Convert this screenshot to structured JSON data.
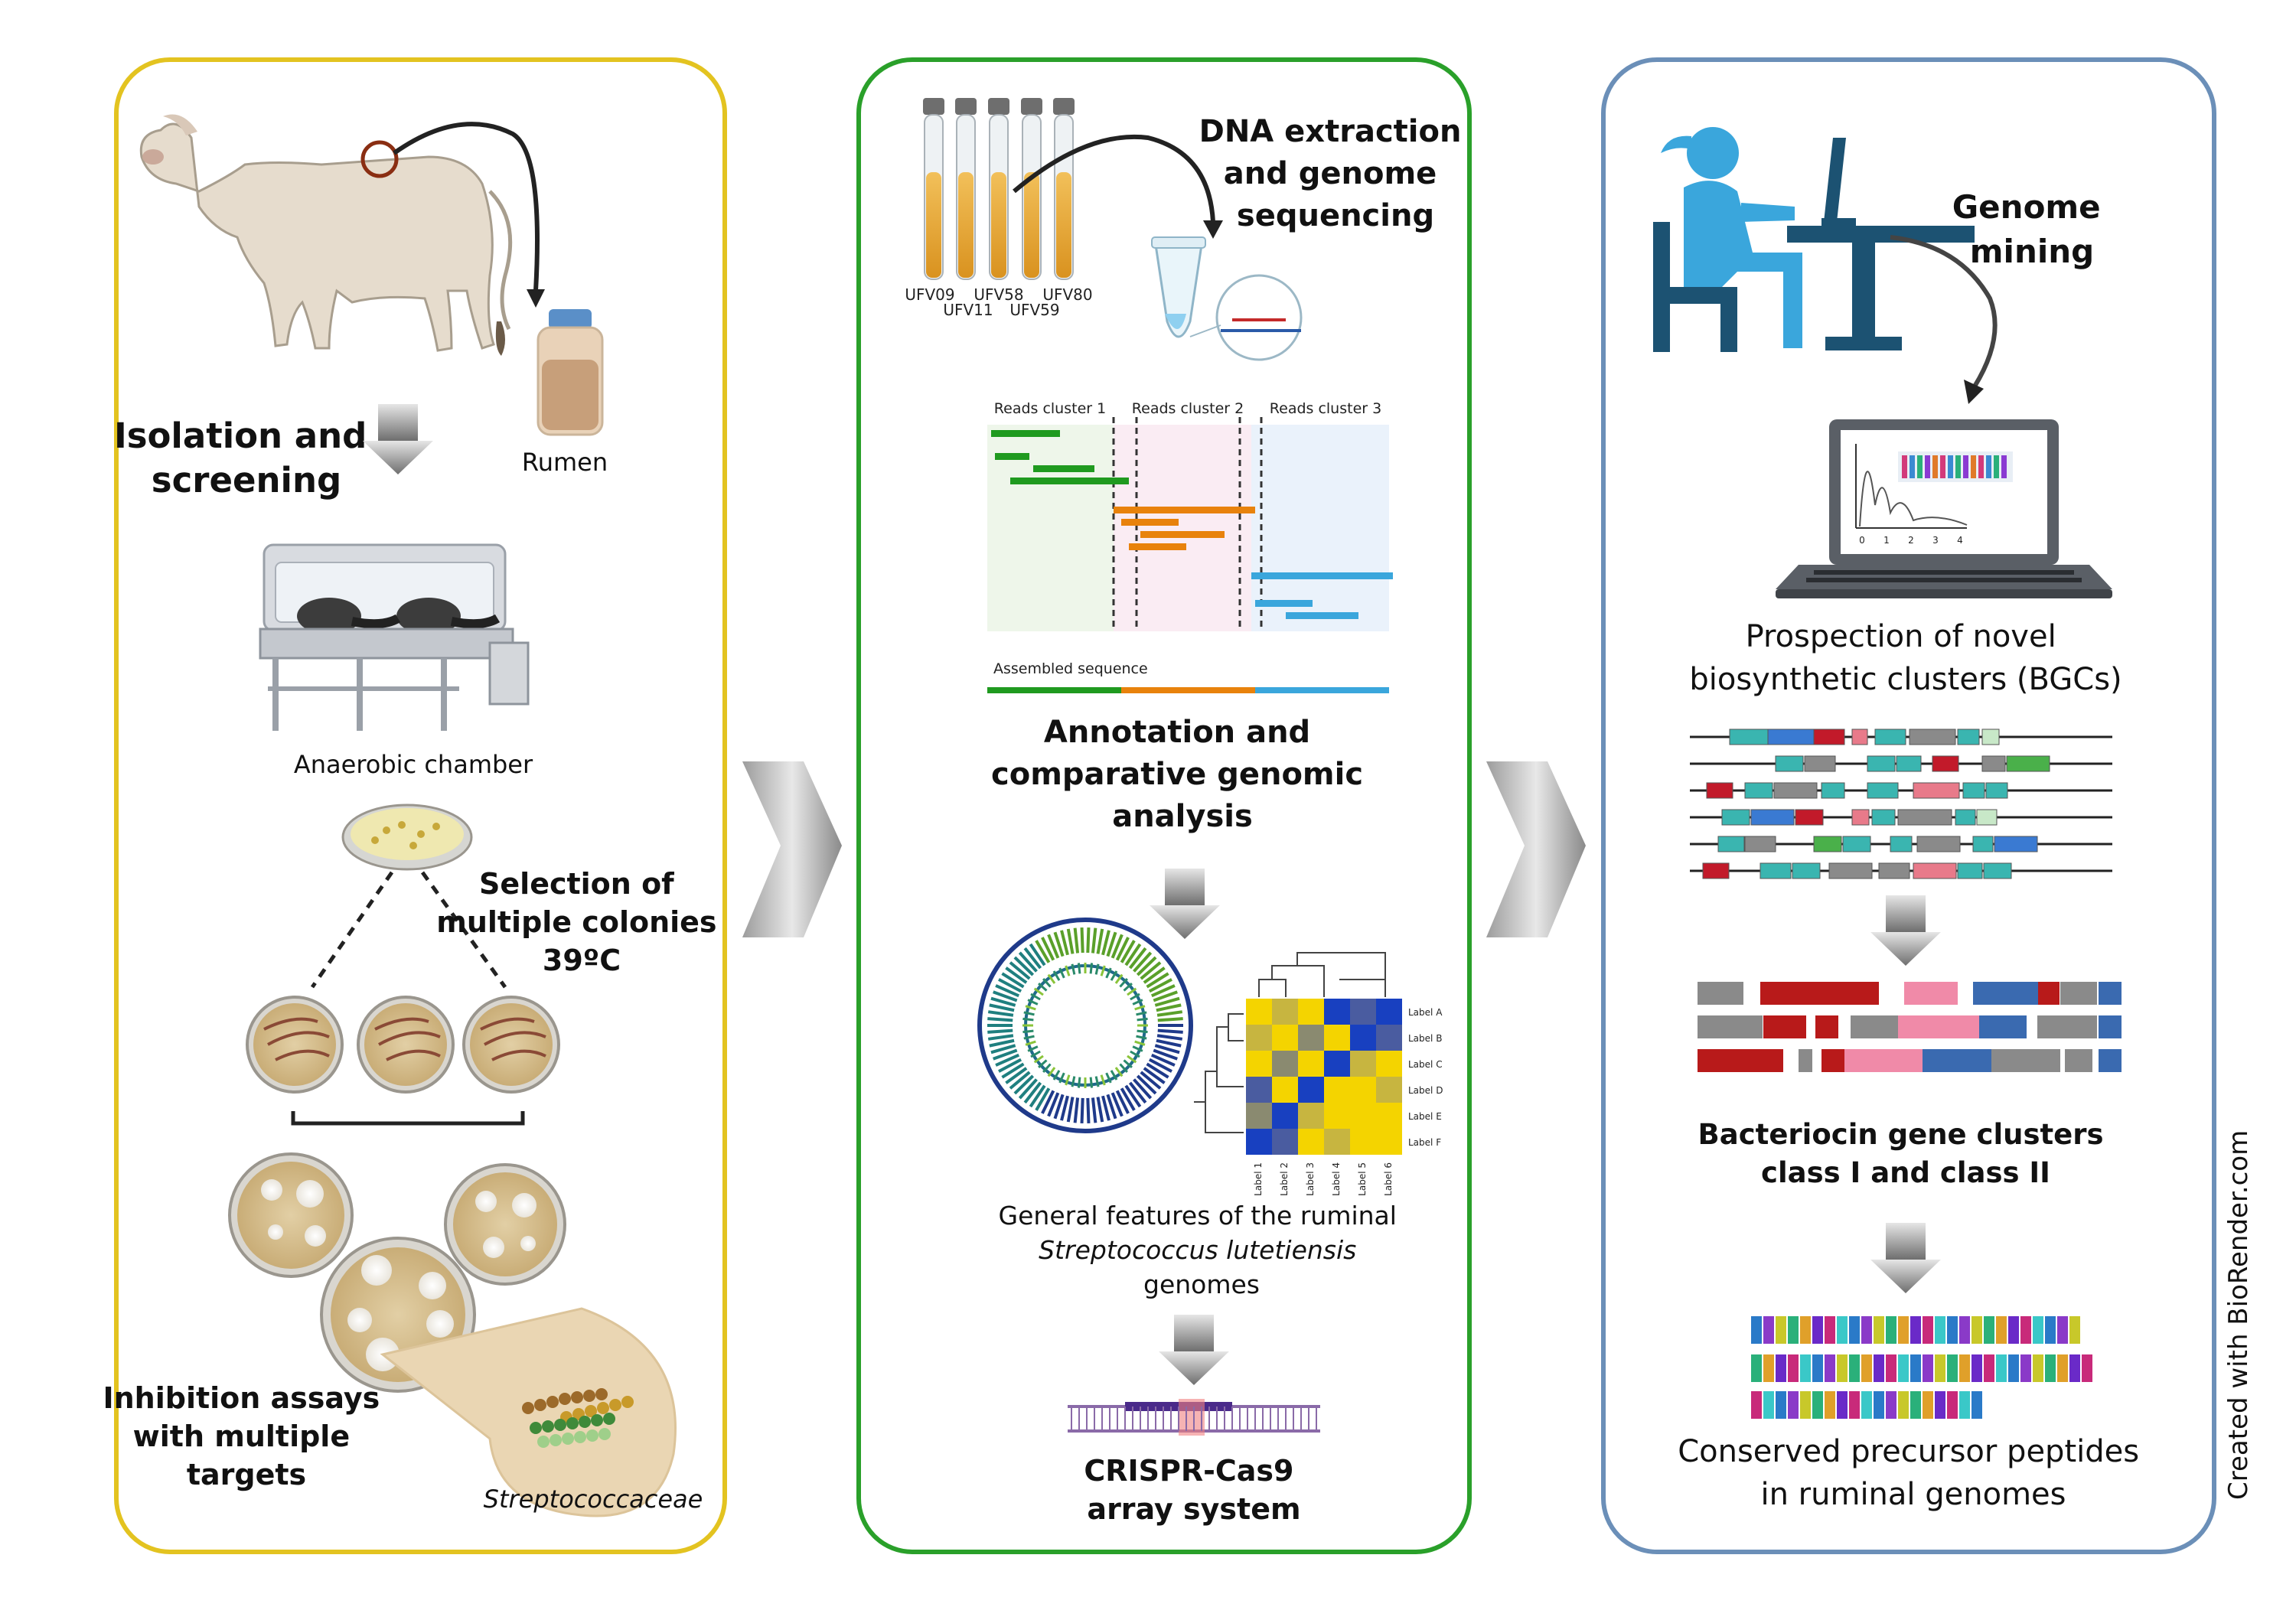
{
  "panel1": {
    "isolation_line1": "Isolation and",
    "isolation_line2": "screening",
    "rumen": "Rumen",
    "chamber": "Anaerobic chamber",
    "selection_line1": "Selection of",
    "selection_line2": "multiple colonies",
    "selection_line3": "39ºC",
    "inhibition_line1": "Inhibition assays",
    "inhibition_line2": "with multiple",
    "inhibition_line3": "targets",
    "family": "Streptococcaceae"
  },
  "panel2": {
    "dna_line1": "DNA extraction",
    "dna_line2": "and genome",
    "dna_line3": "sequencing",
    "tubes": [
      "UFV09",
      "UFV11",
      "UFV58",
      "UFV59",
      "UFV80"
    ],
    "reads": [
      "Reads cluster 1",
      "Reads cluster 2",
      "Reads cluster 3"
    ],
    "assembled": "Assembled sequence",
    "annot_line1": "Annotation and",
    "annot_line2": "comparative genomic",
    "annot_line3": "analysis",
    "heat_rows": [
      "Label A",
      "Label B",
      "Label C",
      "Label D",
      "Label E",
      "Label F"
    ],
    "heat_cols": [
      "Label 1",
      "Label 2",
      "Label 3",
      "Label 4",
      "Label 5",
      "Label 6"
    ],
    "general_line1": "General features of the ruminal",
    "general_line2": "Streptococcus lutetiensis",
    "general_line3": "genomes",
    "crispr_line1": "CRISPR-Cas9",
    "crispr_line2": "array system"
  },
  "panel3": {
    "mining_line1": "Genome",
    "mining_line2": "mining",
    "plot_ticks": [
      "0",
      "1",
      "2",
      "3",
      "4"
    ],
    "prospection_line1": "Prospection of novel",
    "prospection_line2": "biosynthetic clusters (BGCs)",
    "bacteriocin_line1": "Bacteriocin gene clusters",
    "bacteriocin_line2": "class I and class II",
    "conserved_line1": "Conserved precursor peptides",
    "conserved_line2": "in ruminal genomes"
  },
  "credit": "Created with BioRender.com",
  "colors": {
    "panel1_border": "#e3c320",
    "panel2_border": "#2aa02a",
    "panel3_border": "#6b8fb8",
    "reads_green": "#1f9a1f",
    "reads_orange": "#e8820c",
    "reads_blue": "#3aa6dc"
  }
}
